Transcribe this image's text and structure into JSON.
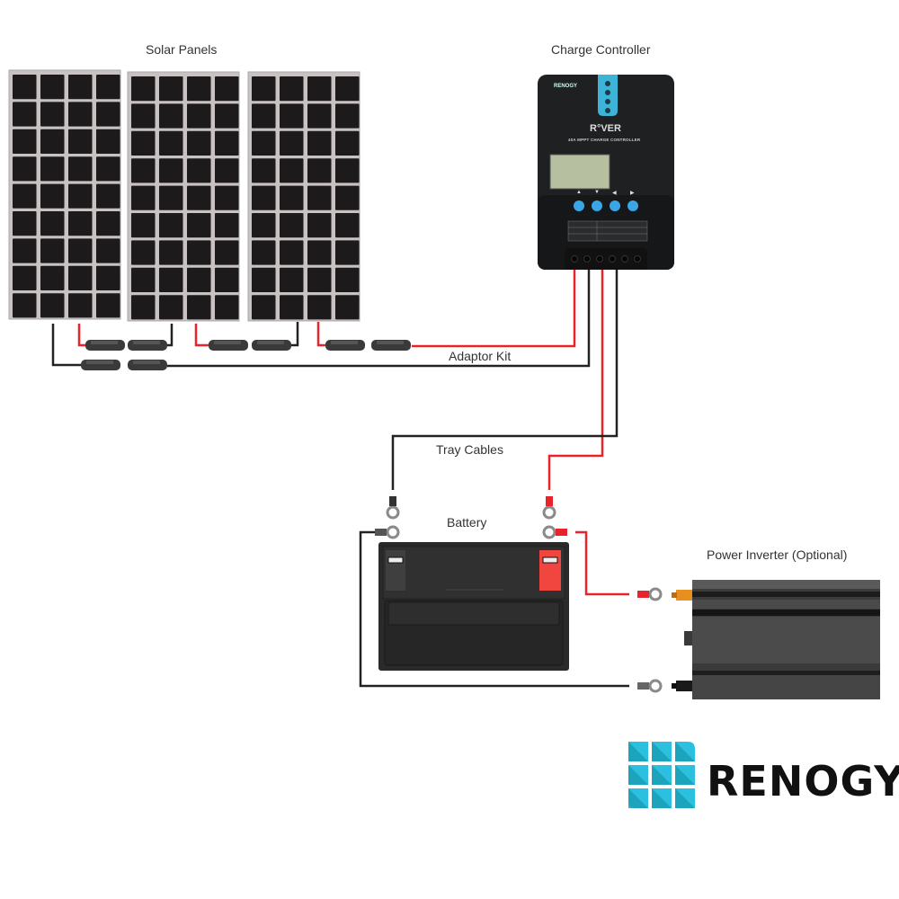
{
  "labels": {
    "solar_panels": "Solar Panels",
    "charge_controller": "Charge Controller",
    "adaptor_kit": "Adaptor Kit",
    "tray_cables": "Tray Cables",
    "battery": "Battery",
    "power_inverter": "Power Inverter (Optional)"
  },
  "controller": {
    "brand": "RENOGY",
    "model": "R°VER",
    "subtitle": "40A MPPT CHARGE CONTROLLER",
    "buttons": [
      "▲",
      "▼",
      "◀",
      "▶"
    ]
  },
  "logo": {
    "text": "RENOGY",
    "colors": {
      "teal": "#1a9fb5",
      "light": "#2bbfe0"
    }
  },
  "colors": {
    "positive_wire": "#e8232a",
    "negative_wire": "#222222",
    "panel_cell": "#1c1a1a",
    "panel_frame": "#c9c2c2",
    "inverter_terminal": "#e8901f"
  },
  "panels": {
    "count": 3,
    "rows": 9,
    "cols": 4
  }
}
